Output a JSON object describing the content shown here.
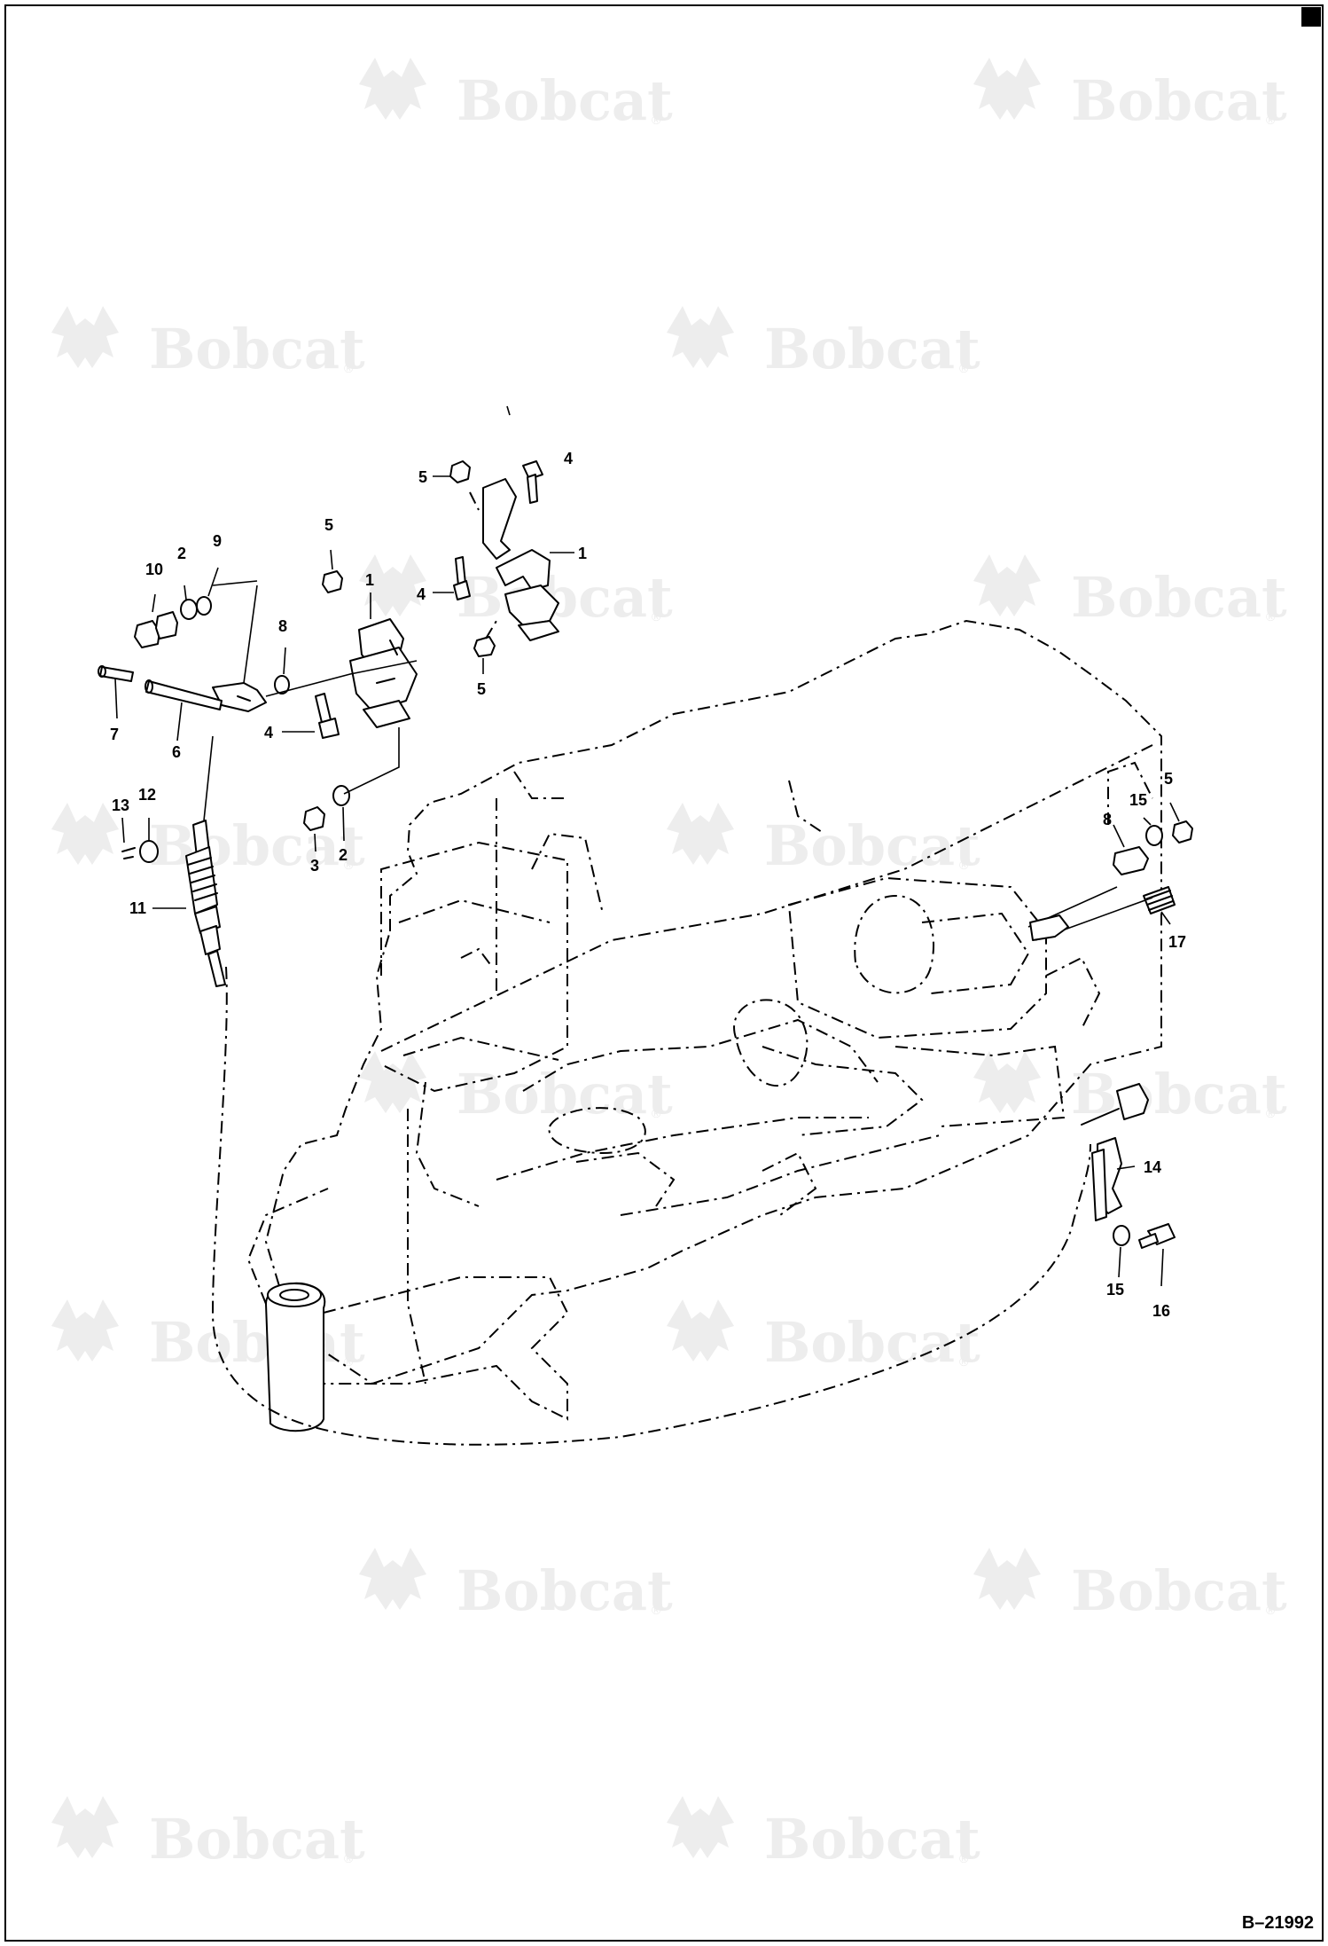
{
  "watermark": {
    "brand": "Bobcat",
    "registered_mark": "®"
  },
  "drawing_code": "B–21992",
  "callouts": [
    {
      "id": "c-4-top",
      "text": "4"
    },
    {
      "id": "c-5-top",
      "text": "5"
    },
    {
      "id": "c-1-right",
      "text": "1"
    },
    {
      "id": "c-4-mid",
      "text": "4"
    },
    {
      "id": "c-5-mid",
      "text": "5"
    },
    {
      "id": "c-5-left",
      "text": "5"
    },
    {
      "id": "c-1-left",
      "text": "1"
    },
    {
      "id": "c-10",
      "text": "10"
    },
    {
      "id": "c-2-top",
      "text": "2"
    },
    {
      "id": "c-9",
      "text": "9"
    },
    {
      "id": "c-8-left",
      "text": "8"
    },
    {
      "id": "c-7",
      "text": "7"
    },
    {
      "id": "c-6",
      "text": "6"
    },
    {
      "id": "c-4-low",
      "text": "4"
    },
    {
      "id": "c-13",
      "text": "13"
    },
    {
      "id": "c-12",
      "text": "12"
    },
    {
      "id": "c-3",
      "text": "3"
    },
    {
      "id": "c-2-low",
      "text": "2"
    },
    {
      "id": "c-11",
      "text": "11"
    },
    {
      "id": "c-8-right",
      "text": "8"
    },
    {
      "id": "c-15-top",
      "text": "15"
    },
    {
      "id": "c-5-right",
      "text": "5"
    },
    {
      "id": "c-17",
      "text": "17"
    },
    {
      "id": "c-14",
      "text": "14"
    },
    {
      "id": "c-15-low",
      "text": "15"
    },
    {
      "id": "c-16",
      "text": "16"
    }
  ]
}
